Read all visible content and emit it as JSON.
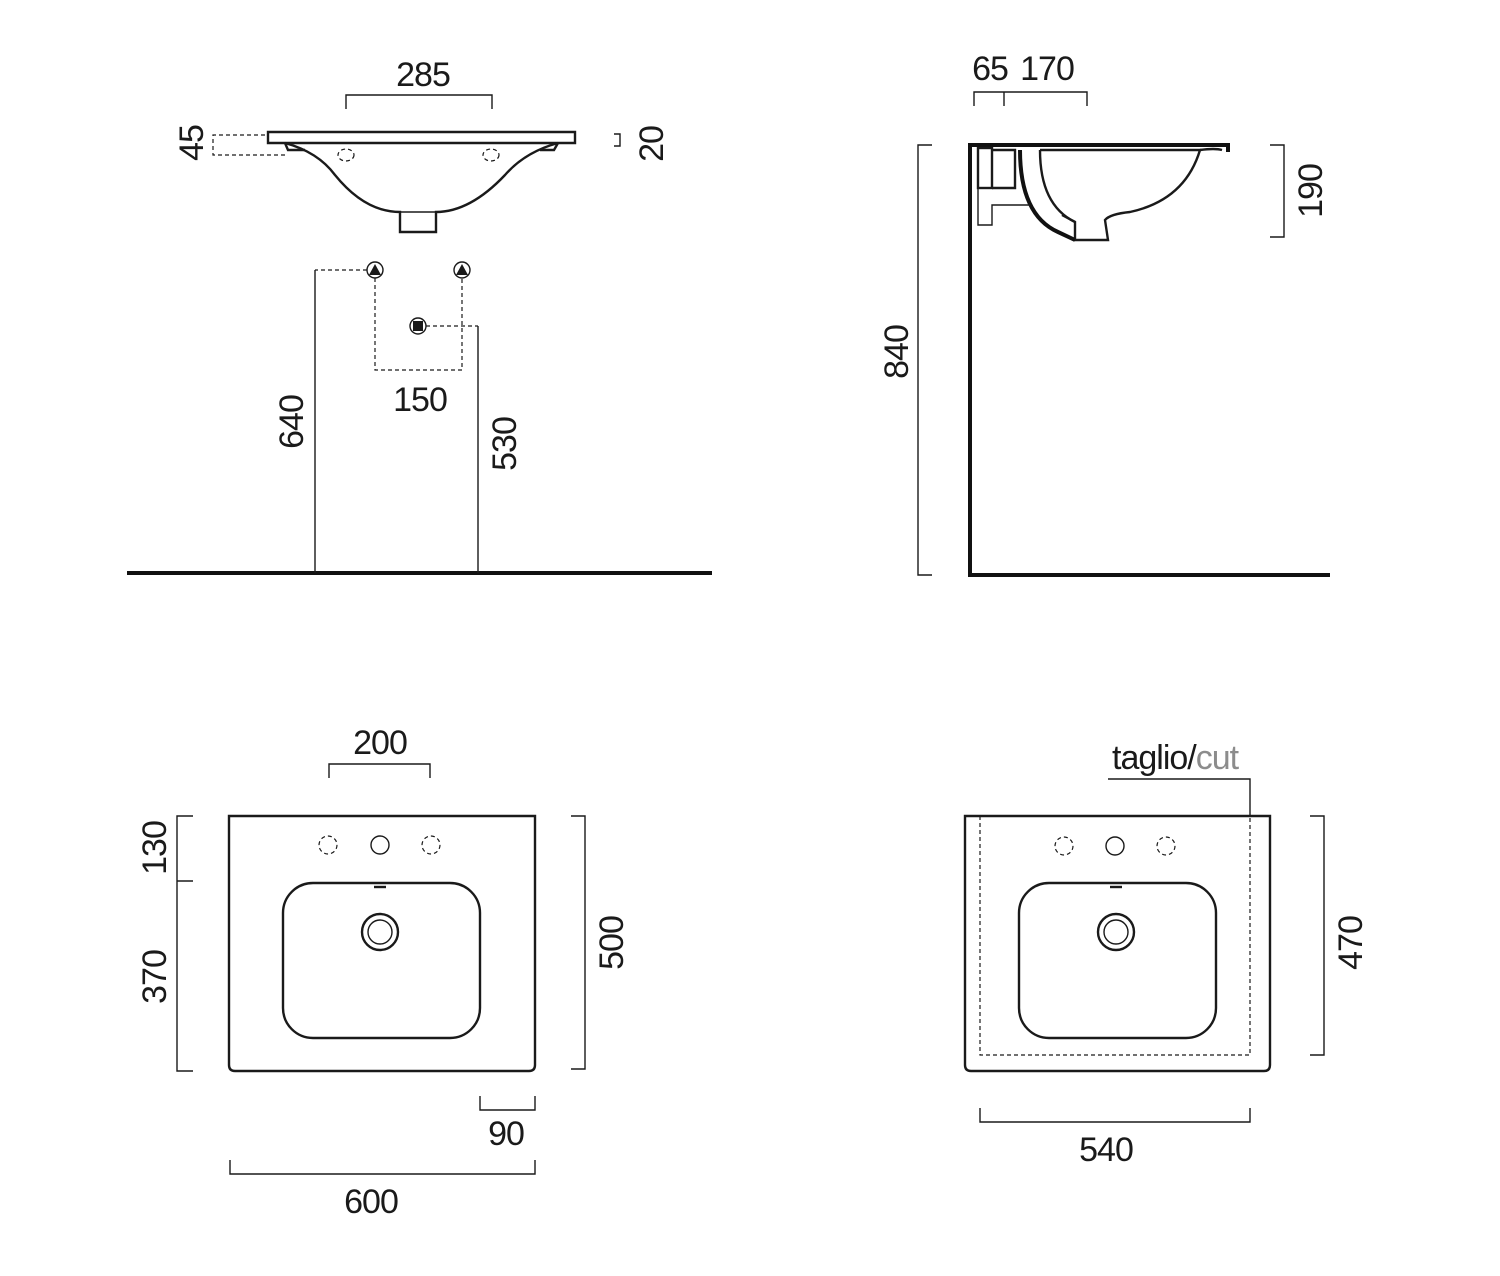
{
  "front_view": {
    "dim_tap_spacing": "285",
    "dim_rim_left": "45",
    "dim_rim_right": "20",
    "dim_supply_spacing": "150",
    "dim_supply_height": "640",
    "dim_drain_height": "530"
  },
  "side_view": {
    "dim_wall_offset": "65",
    "dim_drain_offset": "170",
    "dim_bowl_depth": "190",
    "dim_total_height": "840"
  },
  "top_view": {
    "dim_hole_spacing": "200",
    "dim_front_to_holes": "130",
    "dim_holes_to_back": "370",
    "dim_total_depth": "500",
    "dim_corner": "90",
    "dim_total_width": "600"
  },
  "cut_view": {
    "label_taglio": "taglio/",
    "label_cut": "cut",
    "dim_cut_depth": "470",
    "dim_cut_width": "540"
  },
  "colors": {
    "line": "#1a1a1a",
    "accent_grey": "#8c8c8c",
    "background": "#ffffff"
  }
}
